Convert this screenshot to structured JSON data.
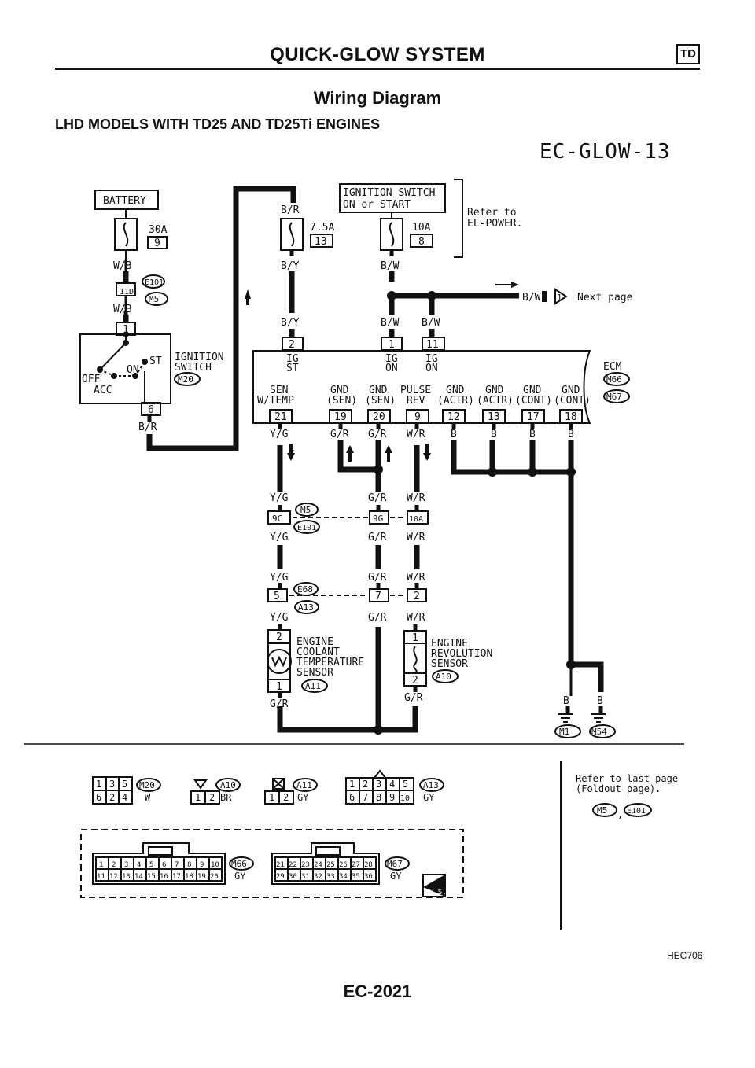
{
  "header": {
    "title": "QUICK-GLOW SYSTEM",
    "badge": "TD"
  },
  "diagram_title": "Wiring Diagram",
  "subtitle": "LHD MODELS WITH TD25 AND TD25Ti ENGINES",
  "diagram_code": "EC-GLOW-13",
  "figure_code": "HEC706",
  "page_number": "EC-2021",
  "battery": "BATTERY",
  "fuses": {
    "f30": "30A",
    "f30_no": "9",
    "f75": "7.5A",
    "f75_no": "13",
    "f10": "10A",
    "f10_no": "8"
  },
  "ign_switch_box": {
    "line1": "IGNITION SWITCH",
    "line2": "ON or START"
  },
  "refer_power": {
    "line1": "Refer to",
    "line2": "EL-POWER."
  },
  "wires": {
    "wb": "W/B",
    "br": "B/R",
    "by": "B/Y",
    "bw": "B/W",
    "yg": "Y/G",
    "gr": "G/R",
    "wr": "W/R",
    "b": "B"
  },
  "connectors": {
    "c11d": "11D",
    "e101": "E101",
    "m5": "M5",
    "m20": "M20",
    "m66": "M66",
    "m67": "M67",
    "c9c": "9C",
    "c9g": "9G",
    "c10a": "10A",
    "e68": "E68",
    "a13": "A13",
    "a10": "A10",
    "a11": "A11",
    "m1": "M1",
    "m54": "M54"
  },
  "next_page": "Next page",
  "next_page_ref": "1",
  "ignition_switch": {
    "name1": "IGNITION",
    "name2": "SWITCH",
    "off": "OFF",
    "acc": "ACC",
    "on": "ON",
    "st": "ST",
    "pin1": "1",
    "pin6": "6"
  },
  "ecm": {
    "name": "ECM"
  },
  "ecm_top_pins": [
    {
      "pin": "2",
      "l1": "IG",
      "l2": "ST"
    },
    {
      "pin": "1",
      "l1": "IG",
      "l2": "ON"
    },
    {
      "pin": "11",
      "l1": "IG",
      "l2": "ON"
    }
  ],
  "ecm_bottom_pins": [
    {
      "pin": "21",
      "l1": "SEN",
      "l2": "W/TEMP"
    },
    {
      "pin": "19",
      "l1": "GND",
      "l2": "(SEN)"
    },
    {
      "pin": "20",
      "l1": "GND",
      "l2": "(SEN)"
    },
    {
      "pin": "9",
      "l1": "PULSE",
      "l2": "REV"
    },
    {
      "pin": "12",
      "l1": "GND",
      "l2": "(ACTR)"
    },
    {
      "pin": "13",
      "l1": "GND",
      "l2": "(ACTR)"
    },
    {
      "pin": "17",
      "l1": "GND",
      "l2": "(CONT)"
    },
    {
      "pin": "18",
      "l1": "GND",
      "l2": "(CONT)"
    }
  ],
  "joint_pins": {
    "p5": "5",
    "p7": "7",
    "p2": "2"
  },
  "coolant_sensor": {
    "l1": "ENGINE",
    "l2": "COOLANT",
    "l3": "TEMPERATURE",
    "l4": "SENSOR",
    "pin2": "2",
    "pin1": "1"
  },
  "rev_sensor": {
    "l1": "ENGINE",
    "l2": "REVOLUTION",
    "l3": "SENSOR",
    "pin1": "1",
    "pin2": "2"
  },
  "legend": {
    "m20": {
      "row1": [
        "1",
        "3",
        "5"
      ],
      "row2": [
        "6",
        "2",
        "4"
      ],
      "color": "W"
    },
    "a10": {
      "pins": [
        "1",
        "2"
      ],
      "color": "BR"
    },
    "a11": {
      "pins": [
        "1",
        "2"
      ],
      "color": "GY"
    },
    "a13": {
      "row1": [
        "1",
        "2",
        "3",
        "4",
        "5"
      ],
      "row2": [
        "6",
        "7",
        "8",
        "9",
        "10"
      ],
      "color": "GY"
    },
    "m66": {
      "row1": [
        "1",
        "2",
        "3",
        "4",
        "5",
        "6",
        "7",
        "8",
        "9",
        "10"
      ],
      "row2": [
        "11",
        "12",
        "13",
        "14",
        "15",
        "16",
        "17",
        "18",
        "19",
        "20"
      ],
      "color": "GY"
    },
    "m67": {
      "row1": [
        "21",
        "22",
        "23",
        "24",
        "25",
        "26",
        "27",
        "28"
      ],
      "row2": [
        "29",
        "30",
        "31",
        "32",
        "33",
        "34",
        "35",
        "36"
      ],
      "color": "GY"
    },
    "hs": "H.S.",
    "refer_last": {
      "line1": "Refer to last page",
      "line2": "(Foldout page)."
    }
  }
}
